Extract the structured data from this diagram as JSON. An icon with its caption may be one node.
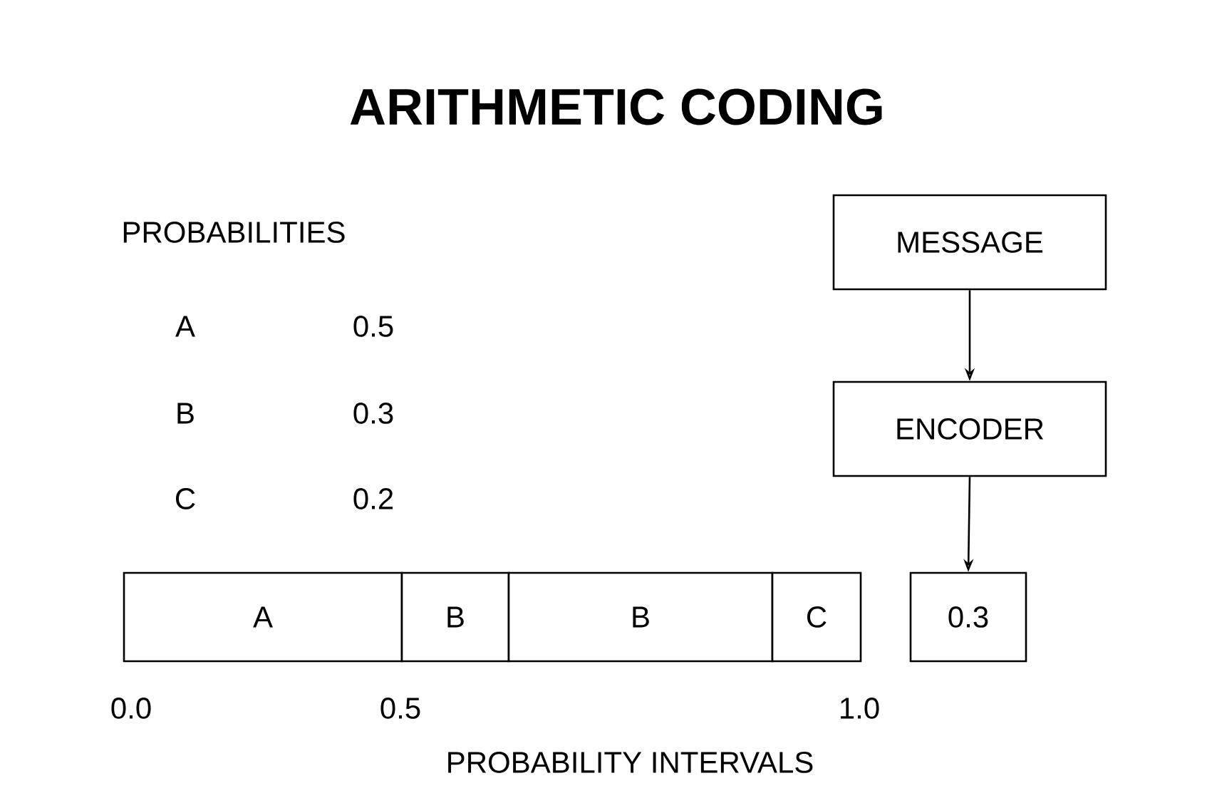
{
  "diagram": {
    "title": "ARITHMETIC CODING",
    "nodes": [
      {
        "text": [
          "MESSAGE"
        ]
      },
      {
        "text": [
          "ENCODER"
        ]
      },
      {
        "text": [
          "0.3"
        ]
      },
      {
        "text": [
          "A"
        ]
      },
      {
        "text": [
          "B"
        ]
      },
      {
        "text": [
          "B"
        ]
      },
      {
        "text": [
          "C"
        ]
      }
    ],
    "edges": [
      {
        "from": 0,
        "to": 1,
        "arrow": "to"
      },
      {
        "from": 1,
        "to": 2,
        "arrow": "to"
      }
    ],
    "labels": [
      "PROBABILITIES",
      "A",
      "0.5",
      "B",
      "0.3",
      "C",
      "0.2",
      "0.0",
      "0.5",
      "1.0",
      "PROBABILITY INTERVALS"
    ]
  }
}
